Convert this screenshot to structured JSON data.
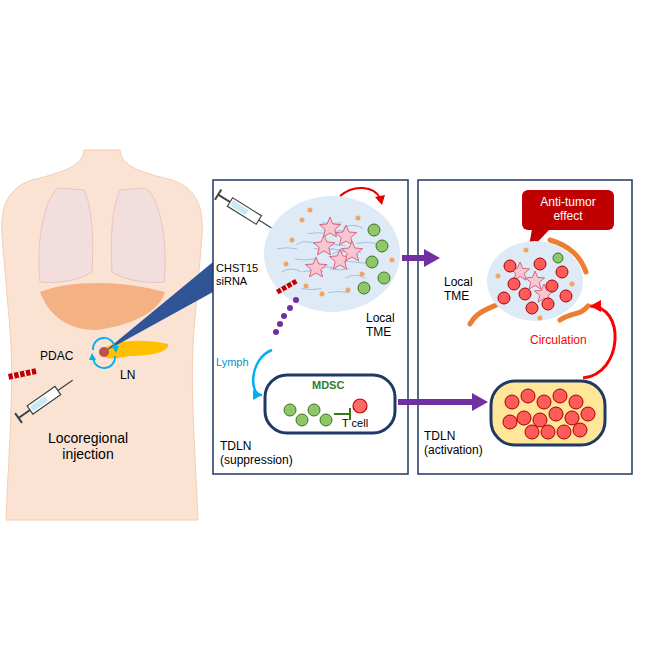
{
  "diagram": {
    "nodes": [
      {
        "text": [
          "Local TME"
        ]
      },
      {
        "text": [
          "MDSC",
          "T cell",
          "TDLN (suppression)"
        ]
      },
      {
        "text": [
          "Anti-tumor effect"
        ]
      },
      {
        "text": [
          "Local TME"
        ]
      },
      {
        "text": [
          "TDLN (activation)"
        ]
      }
    ],
    "edges": [
      {
        "from": 0,
        "to": 1,
        "arrow": "to",
        "label": "Lymph"
      },
      {
        "from": 0,
        "to": 3,
        "arrow": "to"
      },
      {
        "from": 1,
        "to": 4,
        "arrow": "to"
      },
      {
        "from": 4,
        "to": 3,
        "arrow": "to",
        "label": "Circulation"
      }
    ],
    "labels": [
      "PDAC",
      "LN",
      "Locoregional injection",
      "CHST15 siRNA"
    ]
  }
}
